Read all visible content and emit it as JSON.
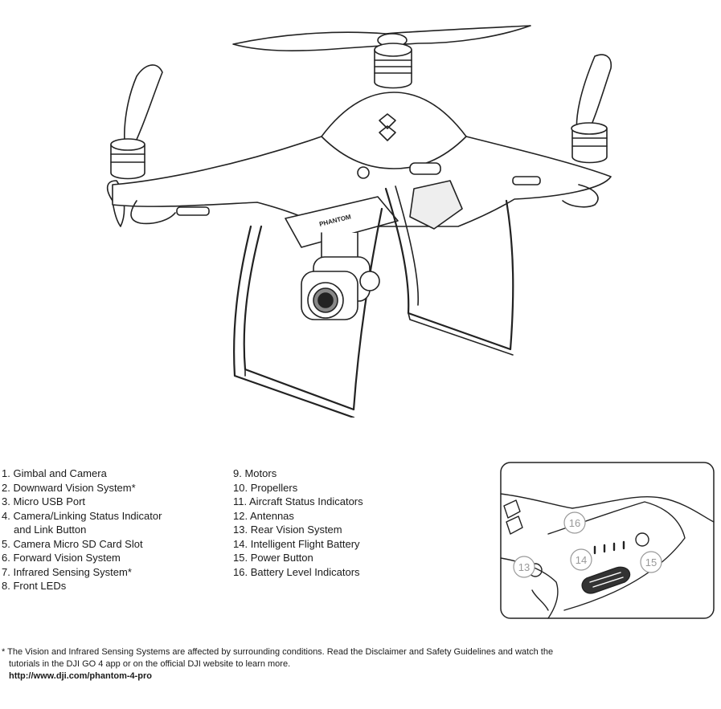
{
  "parts": {
    "left": [
      {
        "number": "1.",
        "text": "Gimbal and Camera"
      },
      {
        "number": "2.",
        "text": "Downward Vision System*"
      },
      {
        "number": "3.",
        "text": "Micro USB Port"
      },
      {
        "number": "4.",
        "text": "Camera/Linking Status Indicator",
        "cont": "and Link Button"
      },
      {
        "number": "5.",
        "text": "Camera Micro SD Card Slot"
      },
      {
        "number": "6.",
        "text": "Forward Vision System"
      },
      {
        "number": "7.",
        "text": "Infrared Sensing System*"
      },
      {
        "number": "8.",
        "text": "Front LEDs"
      }
    ],
    "right": [
      {
        "number": "9.",
        "text": "Motors"
      },
      {
        "number": "10.",
        "text": "Propellers"
      },
      {
        "number": "11.",
        "text": "Aircraft Status Indicators"
      },
      {
        "number": "12.",
        "text": "Antennas"
      },
      {
        "number": "13.",
        "text": "Rear Vision System"
      },
      {
        "number": "14.",
        "text": "Intelligent Flight Battery"
      },
      {
        "number": "15.",
        "text": "Power Button"
      },
      {
        "number": "16.",
        "text": "Battery Level Indicators"
      }
    ]
  },
  "figure": {
    "drone_label": "PHANTOM",
    "callouts": [
      "16",
      "15",
      "14",
      "13"
    ]
  },
  "footnote": {
    "line1": "* The Vision and Infrared Sensing Systems are affected by surrounding conditions. Read the Disclaimer and Safety Guidelines and watch the",
    "line2": "tutorials in the DJI GO 4 app or on the official DJI website to learn more.",
    "url": "http://www.dji.com/phantom-4-pro"
  }
}
